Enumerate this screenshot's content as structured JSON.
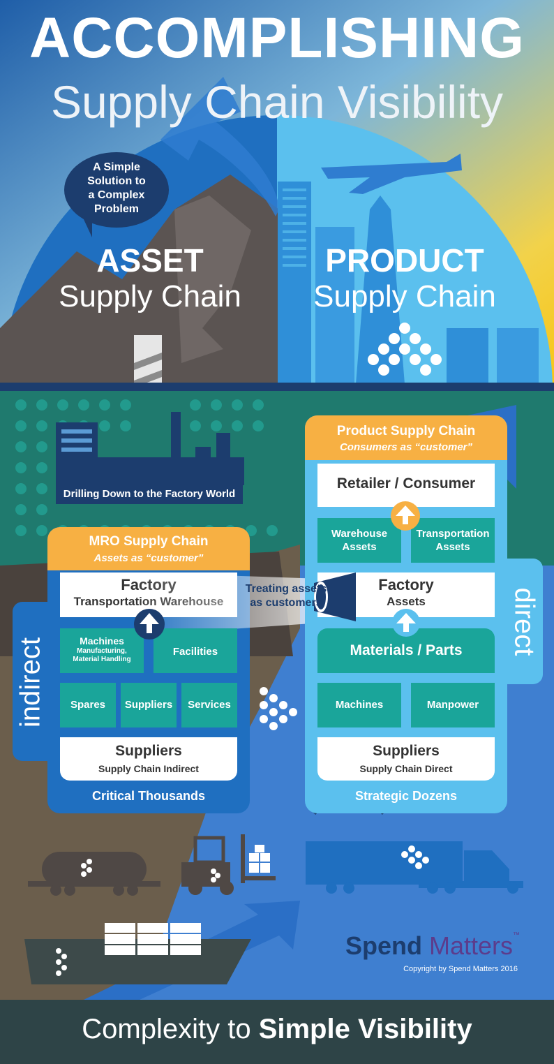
{
  "header": {
    "title": "ACCOMPLISHING",
    "subtitle": "Supply Chain Visibility"
  },
  "bubble": {
    "line1": "A Simple",
    "line2": "Solution to",
    "line3": "a Complex",
    "line4": "Problem"
  },
  "asset": {
    "bold": "ASSET",
    "sub": "Supply Chain"
  },
  "product": {
    "bold": "PRODUCT",
    "sub": "Supply Chain"
  },
  "drilling": {
    "caption": "Drilling Down to the Factory World"
  },
  "mro": {
    "title": "MRO Supply Chain",
    "subtitle": "Assets as “customer”",
    "factory_title": "Factory",
    "factory_sub": "Transportation Warehouse",
    "machines_title": "Machines",
    "machines_sub1": "Manufacturing,",
    "machines_sub2": "Material Handling",
    "facilities": "Facilities",
    "spares": "Spares",
    "suppliers_cell": "Suppliers",
    "services": "Services",
    "suppliers_title": "Suppliers",
    "suppliers_sub": "Supply Chain Indirect",
    "footer": "Critical Thousands",
    "side_label": "indirect"
  },
  "product_chain": {
    "title": "Product Supply Chain",
    "subtitle": "Consumers as “customer”",
    "retailer": "Retailer / Consumer",
    "warehouse1": "Warehouse",
    "warehouse2": "Assets",
    "transport1": "Transportation",
    "transport2": "Assets",
    "factory_title": "Factory",
    "factory_sub": "Assets",
    "materials": "Materials / Parts",
    "machines": "Machines",
    "manpower": "Manpower",
    "suppliers_title": "Suppliers",
    "suppliers_sub": "Supply Chain Direct",
    "footer": "Strategic Dozens",
    "side_label": "direct"
  },
  "beam": {
    "line1": "Treating assets",
    "line2": "as customers"
  },
  "brand": {
    "name_bold": "Spend",
    "name_light": "Matters",
    "tm": "™",
    "copyright": "Copyright by Spend Matters 2016"
  },
  "footer": {
    "normal": "Complexity to ",
    "bold": "Simple Visibility"
  },
  "colors": {
    "navy": "#1c3d6e",
    "blue": "#1f6fc0",
    "sky": "#5bc0ee",
    "teal": "#1aa59a",
    "orange": "#f7b043",
    "dark_green": "#1f7a6e",
    "slate": "#2e4447"
  }
}
